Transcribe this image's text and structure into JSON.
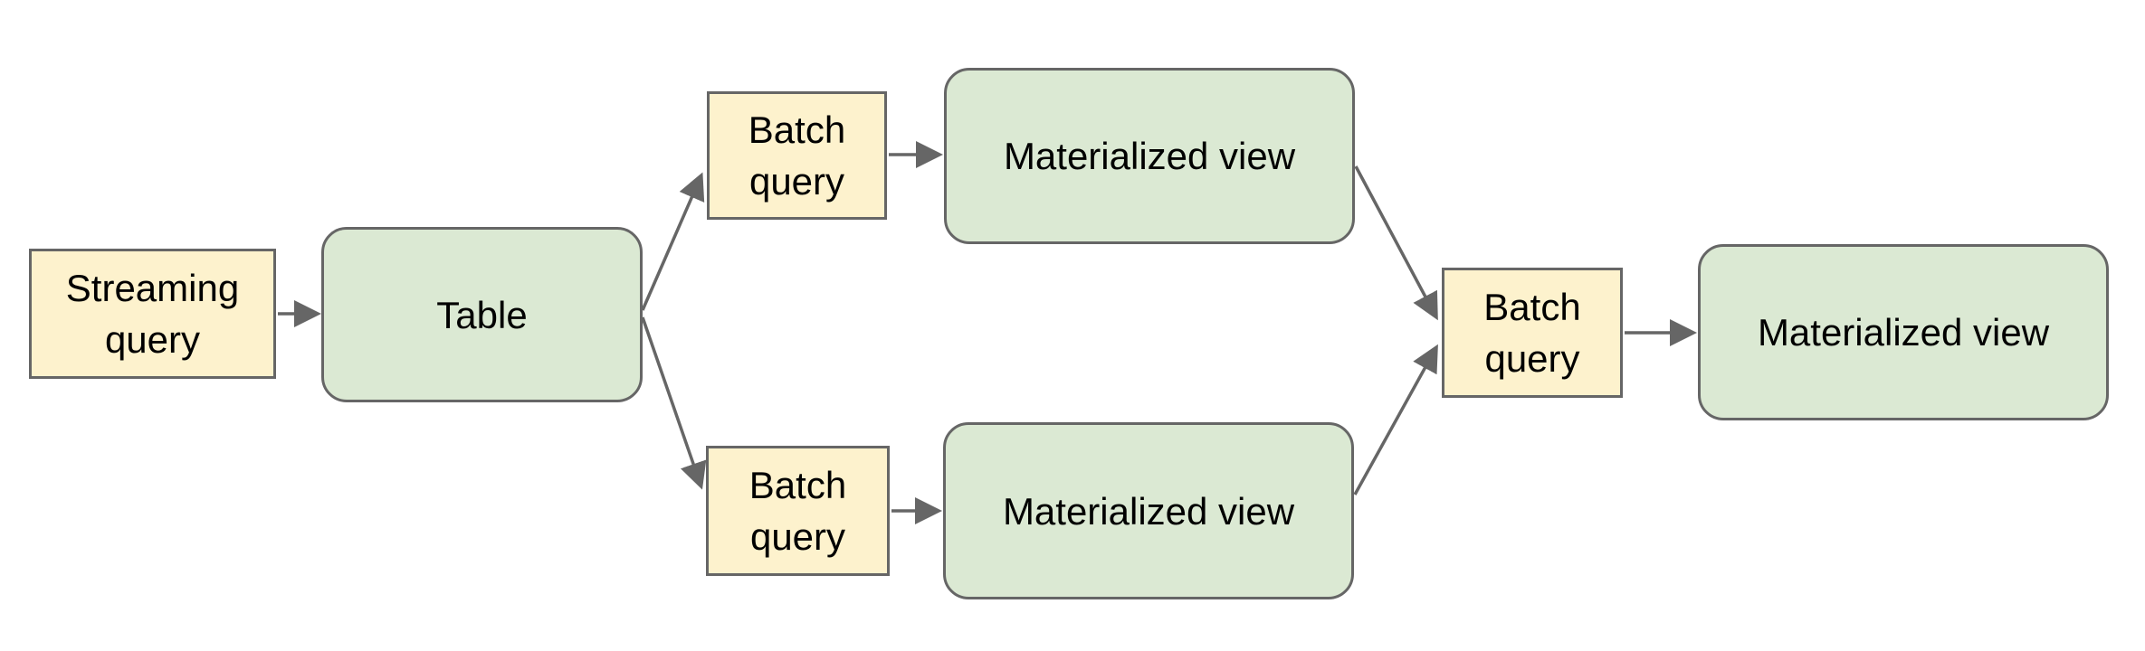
{
  "diagram": {
    "colors": {
      "query_fill": "#fdf2cd",
      "view_fill": "#dbe9d3",
      "node_border": "#666666",
      "arrow": "#666666",
      "text": "#000000",
      "background": "#ffffff"
    },
    "nodes": [
      {
        "id": "streaming-query",
        "label": "Streaming\nquery",
        "shape": "rectangle",
        "kind": "query"
      },
      {
        "id": "table",
        "label": "Table",
        "shape": "rounded-rectangle",
        "kind": "table"
      },
      {
        "id": "batch-query-top",
        "label": "Batch\nquery",
        "shape": "rectangle",
        "kind": "query"
      },
      {
        "id": "materialized-view-top",
        "label": "Materialized view",
        "shape": "rounded-rectangle",
        "kind": "view"
      },
      {
        "id": "batch-query-bottom",
        "label": "Batch\nquery",
        "shape": "rectangle",
        "kind": "query"
      },
      {
        "id": "materialized-view-bottom",
        "label": "Materialized view",
        "shape": "rounded-rectangle",
        "kind": "view"
      },
      {
        "id": "batch-query-final",
        "label": "Batch\nquery",
        "shape": "rectangle",
        "kind": "query"
      },
      {
        "id": "materialized-view-final",
        "label": "Materialized view",
        "shape": "rounded-rectangle",
        "kind": "view"
      }
    ],
    "edges": [
      {
        "from": "streaming-query",
        "to": "table"
      },
      {
        "from": "table",
        "to": "batch-query-top"
      },
      {
        "from": "table",
        "to": "batch-query-bottom"
      },
      {
        "from": "batch-query-top",
        "to": "materialized-view-top"
      },
      {
        "from": "batch-query-bottom",
        "to": "materialized-view-bottom"
      },
      {
        "from": "materialized-view-top",
        "to": "batch-query-final"
      },
      {
        "from": "materialized-view-bottom",
        "to": "batch-query-final"
      },
      {
        "from": "batch-query-final",
        "to": "materialized-view-final"
      }
    ]
  }
}
